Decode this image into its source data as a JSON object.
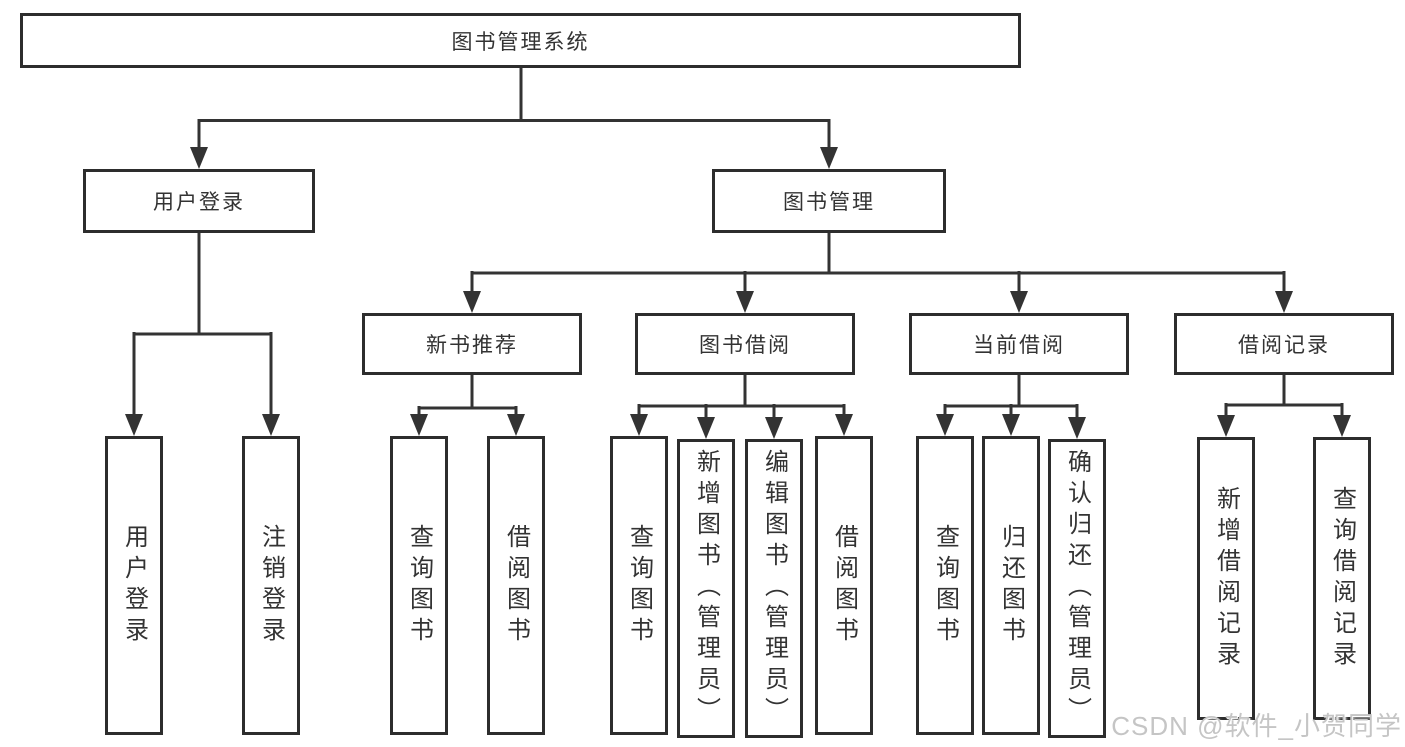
{
  "colors": {
    "background": "#ffffff",
    "line": "#333333",
    "box_border": "#2d2d2d",
    "box_fill": "#ffffff",
    "text": "#333333",
    "watermark": "#c5c5c5"
  },
  "watermark": {
    "text": "CSDN @软件_小贺同学"
  },
  "diagram": {
    "root": {
      "label": "图书管理系统"
    },
    "branches": [
      {
        "label": "用户登录",
        "children": [
          {
            "label": "用户登录"
          },
          {
            "label": "注销登录"
          }
        ]
      },
      {
        "label": "图书管理",
        "children": [
          {
            "label": "新书推荐",
            "children": [
              {
                "label": "查询图书"
              },
              {
                "label": "借阅图书"
              }
            ]
          },
          {
            "label": "图书借阅",
            "children": [
              {
                "label": "查询图书"
              },
              {
                "label": "新增图书（管理员）"
              },
              {
                "label": "编辑图书（管理员）"
              },
              {
                "label": "借阅图书"
              }
            ]
          },
          {
            "label": "当前借阅",
            "children": [
              {
                "label": "查询图书"
              },
              {
                "label": "归还图书"
              },
              {
                "label": "确认归还（管理员）"
              }
            ]
          },
          {
            "label": "借阅记录",
            "children": [
              {
                "label": "新增借阅记录"
              },
              {
                "label": "查询借阅记录"
              }
            ]
          }
        ]
      }
    ]
  }
}
